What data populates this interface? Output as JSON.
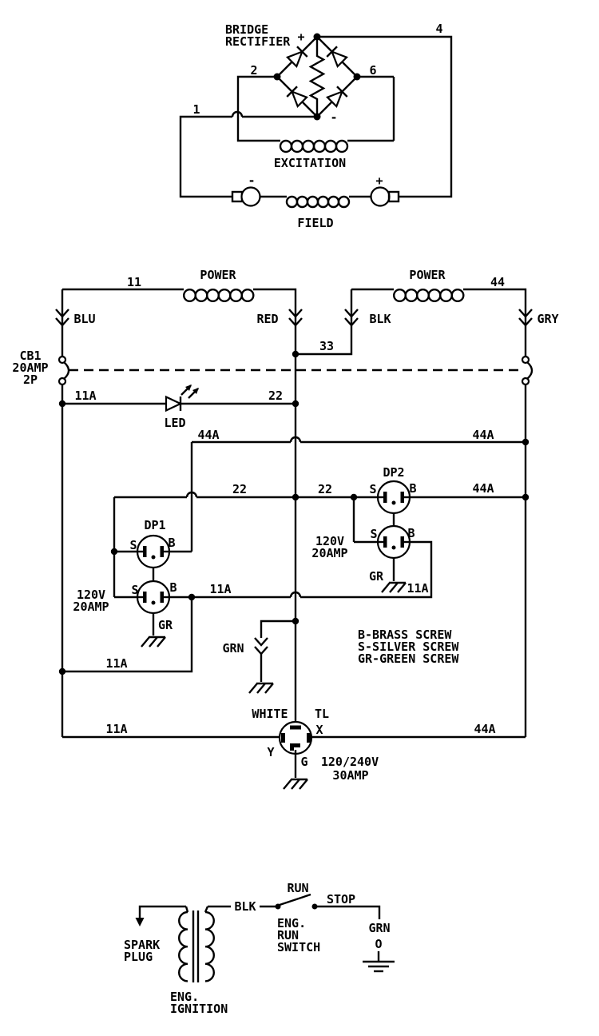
{
  "title": "Generator wiring schematic",
  "colors": {
    "ink": "#000000",
    "paper": "#ffffff"
  },
  "labels": {
    "bridge_line1": "BRIDGE",
    "bridge_line2": "RECTIFIER",
    "bridge_plus": "+",
    "bridge_minus": "-",
    "node4": "4",
    "node2": "2",
    "node6": "6",
    "node1": "1",
    "excitation": "EXCITATION",
    "field_minus": "-",
    "field_plus": "+",
    "field_title": "FIELD",
    "wire11": "11",
    "power_left": "POWER",
    "power_right": "POWER",
    "wire44": "44",
    "blu": "BLU",
    "red": "RED",
    "blk": "BLK",
    "gry": "GRY",
    "wire33": "33",
    "cb1_name": "CB1",
    "cb1_rating": "20AMP",
    "cb1_poles": "2P",
    "wire11a_led": "11A",
    "led_label": "LED",
    "wire22_led": "22",
    "wire44a_left": "44A",
    "wire44a_right": "44A",
    "wire22_mid_left": "22",
    "wire22_mid_right": "22",
    "dp1_name": "DP1",
    "dp1_s_top": "S",
    "dp1_b_top": "B",
    "dp1_s_bot": "S",
    "dp1_b_bot": "B",
    "dp1_rating_l1": "120V",
    "dp1_rating_l2": "20AMP",
    "dp1_gr": "GR",
    "dp2_name": "DP2",
    "dp2_s_top": "S",
    "dp2_b_top": "B",
    "dp2_s_bot": "S",
    "dp2_b_bot": "B",
    "dp2_rating_l1": "120V",
    "dp2_rating_l2": "20AMP",
    "dp2_gr": "GR",
    "wire44a_dp2": "44A",
    "wire11a_mid_left": "11A",
    "wire11a_mid_right": "11A",
    "wire11a_lower": "11A",
    "grn_label": "GRN",
    "note_b": "B-BRASS SCREW",
    "note_s": "S-SILVER SCREW",
    "note_gr": "GR-GREEN SCREW",
    "white_label": "WHITE",
    "tl_name": "TL",
    "tl_x": "X",
    "tl_y": "Y",
    "tl_g": "G",
    "tl_rating_l1": "120/240V",
    "tl_rating_l2": "30AMP",
    "wire11a_bottom": "11A",
    "wire44a_bottom": "44A",
    "spark_l1": "SPARK",
    "spark_l2": "PLUG",
    "ignition_l1": "ENG.",
    "ignition_l2": "IGNITION",
    "blk_engine": "BLK",
    "run": "RUN",
    "stop": "STOP",
    "switch_l1": "ENG.",
    "switch_l2": "RUN",
    "switch_l3": "SWITCH",
    "grn_engine": "GRN",
    "grn_terminal": "O"
  }
}
